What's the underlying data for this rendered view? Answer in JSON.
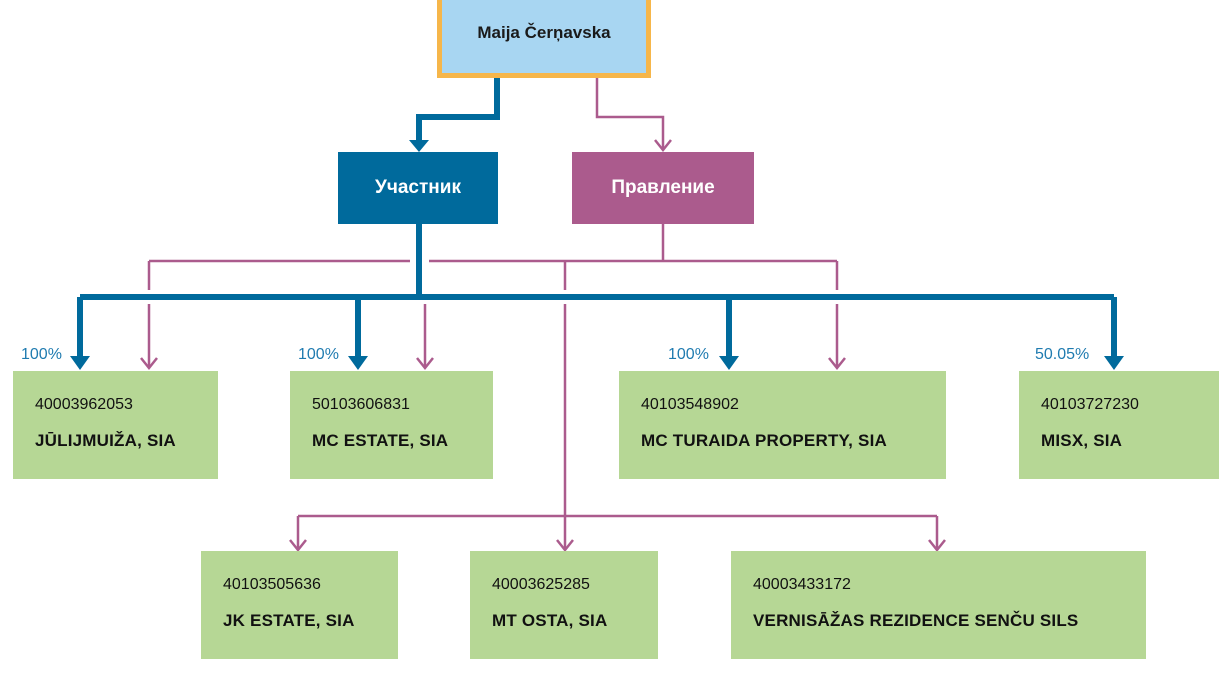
{
  "person": {
    "name": "Maija Čerņavska"
  },
  "roles": {
    "member": "Участник",
    "board": "Правление"
  },
  "companies_top": [
    {
      "reg": "40003962053",
      "name": "JŪLIJMUIŽA, SIA",
      "share": "100%"
    },
    {
      "reg": "50103606831",
      "name": "MC ESTATE, SIA",
      "share": "100%"
    },
    {
      "reg": "40103548902",
      "name": "MC TURAIDA PROPERTY, SIA",
      "share": "100%"
    },
    {
      "reg": "40103727230",
      "name": "MISX, SIA",
      "share": "50.05%"
    }
  ],
  "companies_bottom": [
    {
      "reg": "40103505636",
      "name": "JK ESTATE, SIA"
    },
    {
      "reg": "40003625285",
      "name": "MT OSTA, SIA"
    },
    {
      "reg": "40003433172",
      "name": "VERNISĀŽAS REZIDENCE SENČU SILS"
    }
  ],
  "colors": {
    "member": "#006a9c",
    "board": "#ab5b8d",
    "company_fill": "#b6d795",
    "person_fill": "#a8d6f2",
    "person_border": "#f6b64a"
  }
}
